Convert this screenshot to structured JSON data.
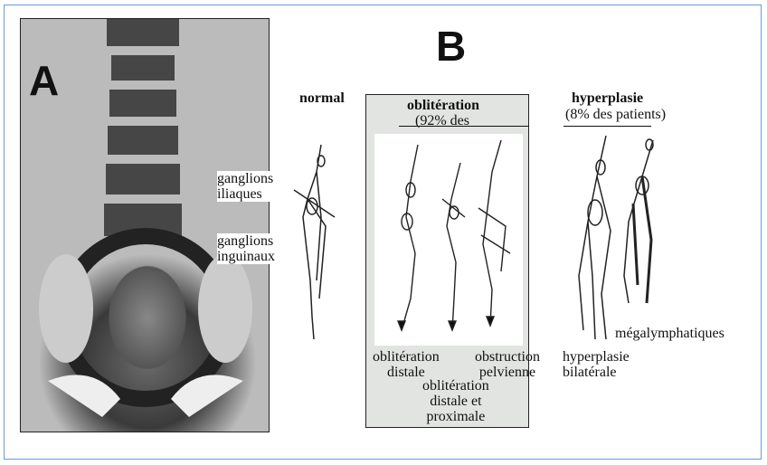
{
  "panel_a": {
    "label": "A"
  },
  "panel_b": {
    "label": "B"
  },
  "labels": {
    "ganglions_iliaques": [
      "ganglions",
      "iliaques"
    ],
    "ganglions_inguinaux": [
      "ganglions",
      "inguinaux"
    ],
    "normal": "normal",
    "obliteration_title": "oblitération",
    "obliteration_pct": "(92% des",
    "hyperplasie_title": "hyperplasie",
    "hyperplasie_pct": "(8% des patients)",
    "obliteration_distale": [
      "oblitération",
      "distale"
    ],
    "obliteration_distale_proximale": [
      "oblitération",
      "distale et",
      "proximale"
    ],
    "obstruction_pelvienne": [
      "obstruction",
      "pelvienne"
    ],
    "hyperplasie_bilaterale": [
      "hyperplasie",
      "bilatérale"
    ],
    "megalymphatiques": "mégalymphatiques"
  }
}
